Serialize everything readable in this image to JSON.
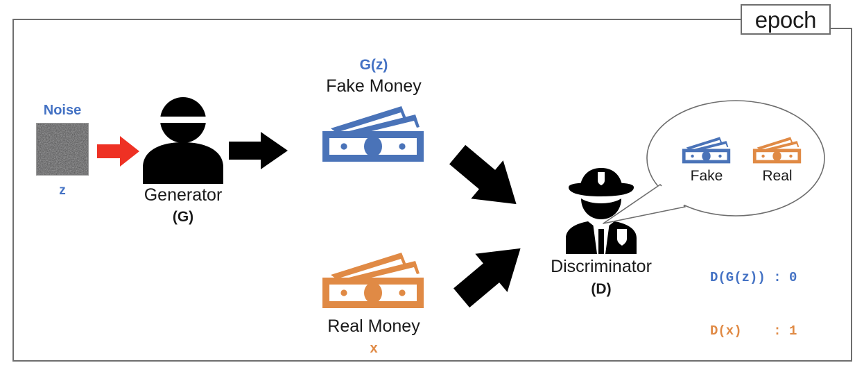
{
  "frame": {
    "epoch_label": "epoch"
  },
  "colors": {
    "fake_blue": "#4472c4",
    "real_orange": "#e08a45",
    "arrow_red": "#ee3124",
    "arrow_black": "#000000",
    "frame_gray": "#6e6e6e",
    "noise_gray": "#4a4a4a"
  },
  "noise": {
    "title": "Noise",
    "symbol": "z",
    "icon": "noise-texture-swatch"
  },
  "generator": {
    "label": "Generator",
    "symbol": "(G)",
    "icon": "masked-person-icon"
  },
  "fake_money": {
    "function_label": "G(z)",
    "title": "Fake Money",
    "icon": "banknote-blue-icon"
  },
  "real_money": {
    "title": "Real Money",
    "symbol": "x",
    "icon": "banknote-orange-icon"
  },
  "discriminator": {
    "label": "Discriminator",
    "symbol": "(D)",
    "icon": "police-officer-icon"
  },
  "speech_bubble": {
    "items": [
      {
        "caption": "Fake",
        "icon": "banknote-blue-small-icon"
      },
      {
        "caption": "Real",
        "icon": "banknote-orange-small-icon"
      }
    ]
  },
  "scores": {
    "fake": "D(G(z)) : 0",
    "real": "D(x)    : 1"
  },
  "arrows": [
    {
      "name": "noise-to-generator",
      "color": "#ee3124",
      "direction": "right"
    },
    {
      "name": "generator-to-fake-money",
      "color": "#000000",
      "direction": "right"
    },
    {
      "name": "fake-money-to-discriminator",
      "color": "#000000",
      "direction": "down-right"
    },
    {
      "name": "real-money-to-discriminator",
      "color": "#000000",
      "direction": "up-right"
    }
  ]
}
